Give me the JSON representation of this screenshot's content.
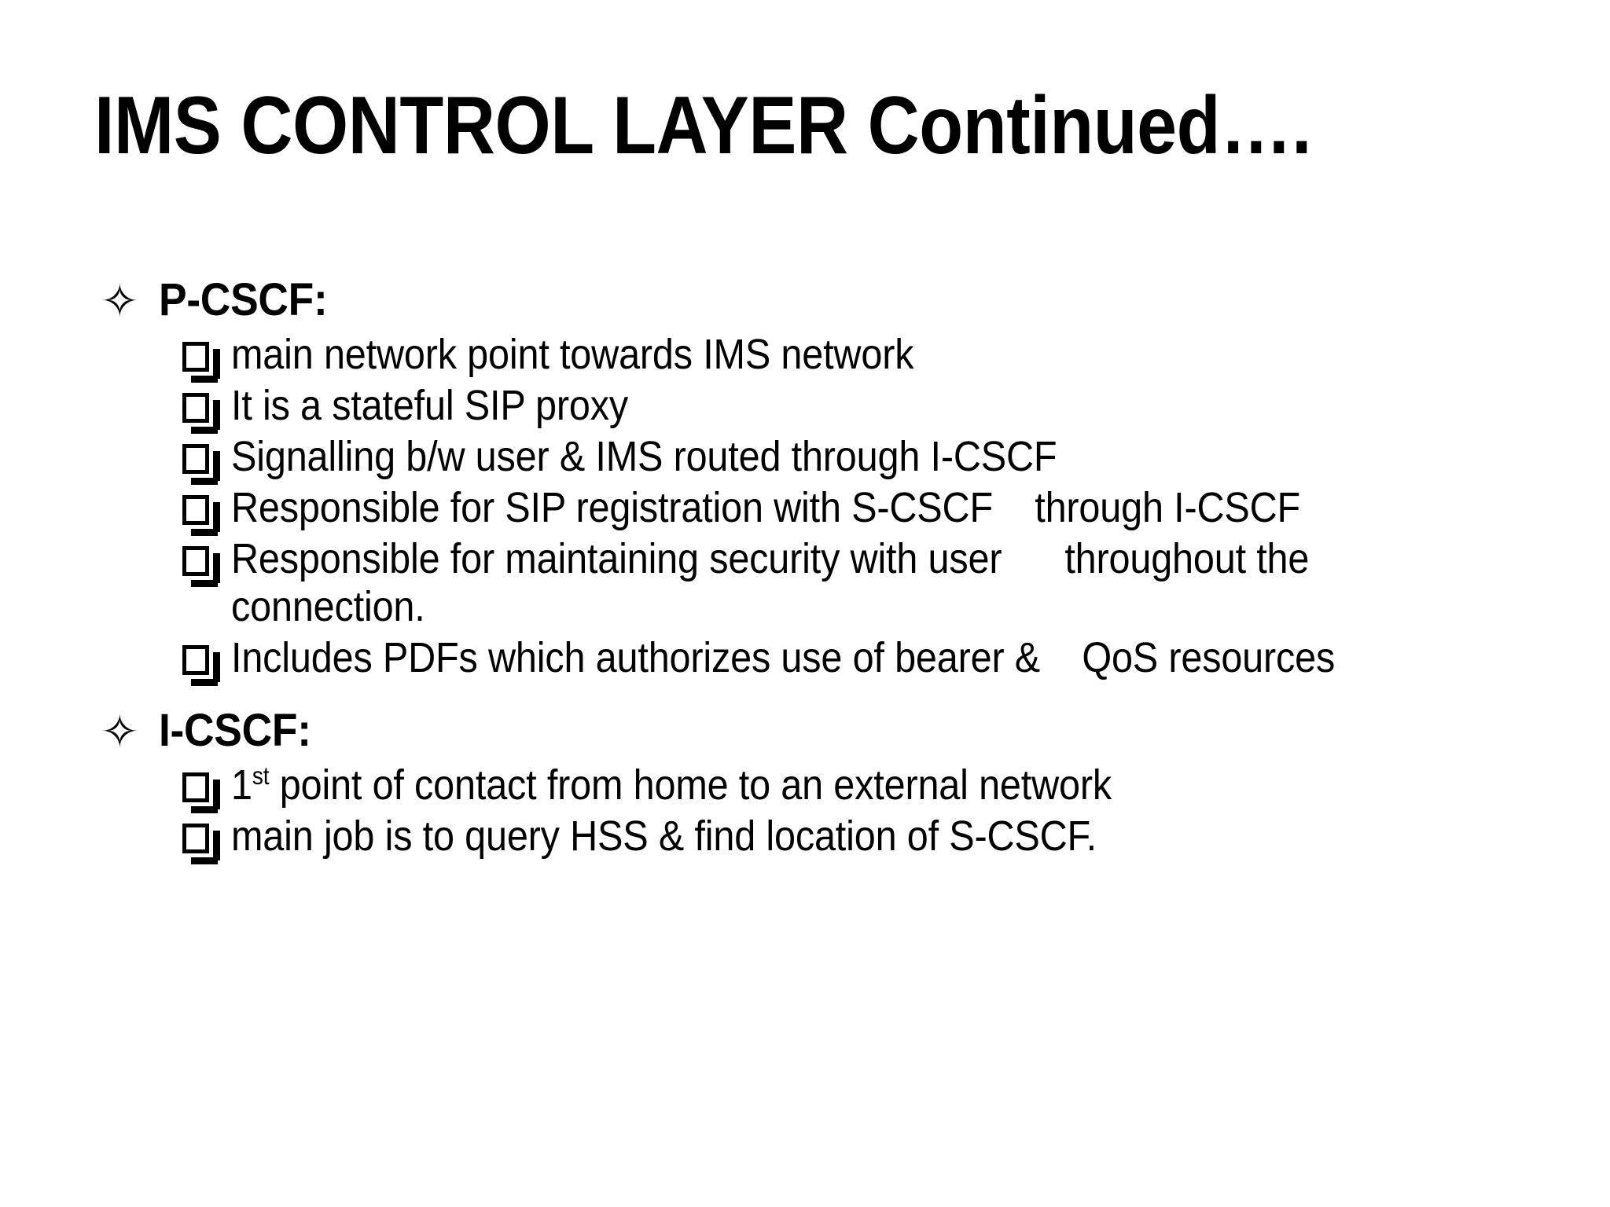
{
  "slide": {
    "title": "IMS CONTROL LAYER Continued….",
    "background_color": "#FFFFFF",
    "text_color": "#000000",
    "bullet_level1_glyph": "✧",
    "bullet_level1_icon_name": "hollow-four-pointed-star-bullet",
    "bullet_level2_icon_name": "shadowed-hollow-square-bullet",
    "sections": [
      {
        "heading": "P-CSCF:",
        "items": [
          {
            "text": "main network point towards IMS network"
          },
          {
            "text": "It is a stateful SIP proxy"
          },
          {
            "text": "Signalling b/w user & IMS routed through I-CSCF"
          },
          {
            "text": "Responsible for SIP registration with S-CSCF    through I-CSCF"
          },
          {
            "text": "Responsible for maintaining security with user      throughout the connection."
          },
          {
            "text": "Includes PDFs which authorizes use of bearer &    QoS resources"
          }
        ]
      },
      {
        "heading": "I-CSCF:",
        "items": [
          {
            "text_prefix": "1",
            "superscript": "st",
            "text_suffix": " point of contact from home to an external network"
          },
          {
            "text": "main job is to query HSS & find location of S-CSCF."
          }
        ]
      }
    ]
  }
}
